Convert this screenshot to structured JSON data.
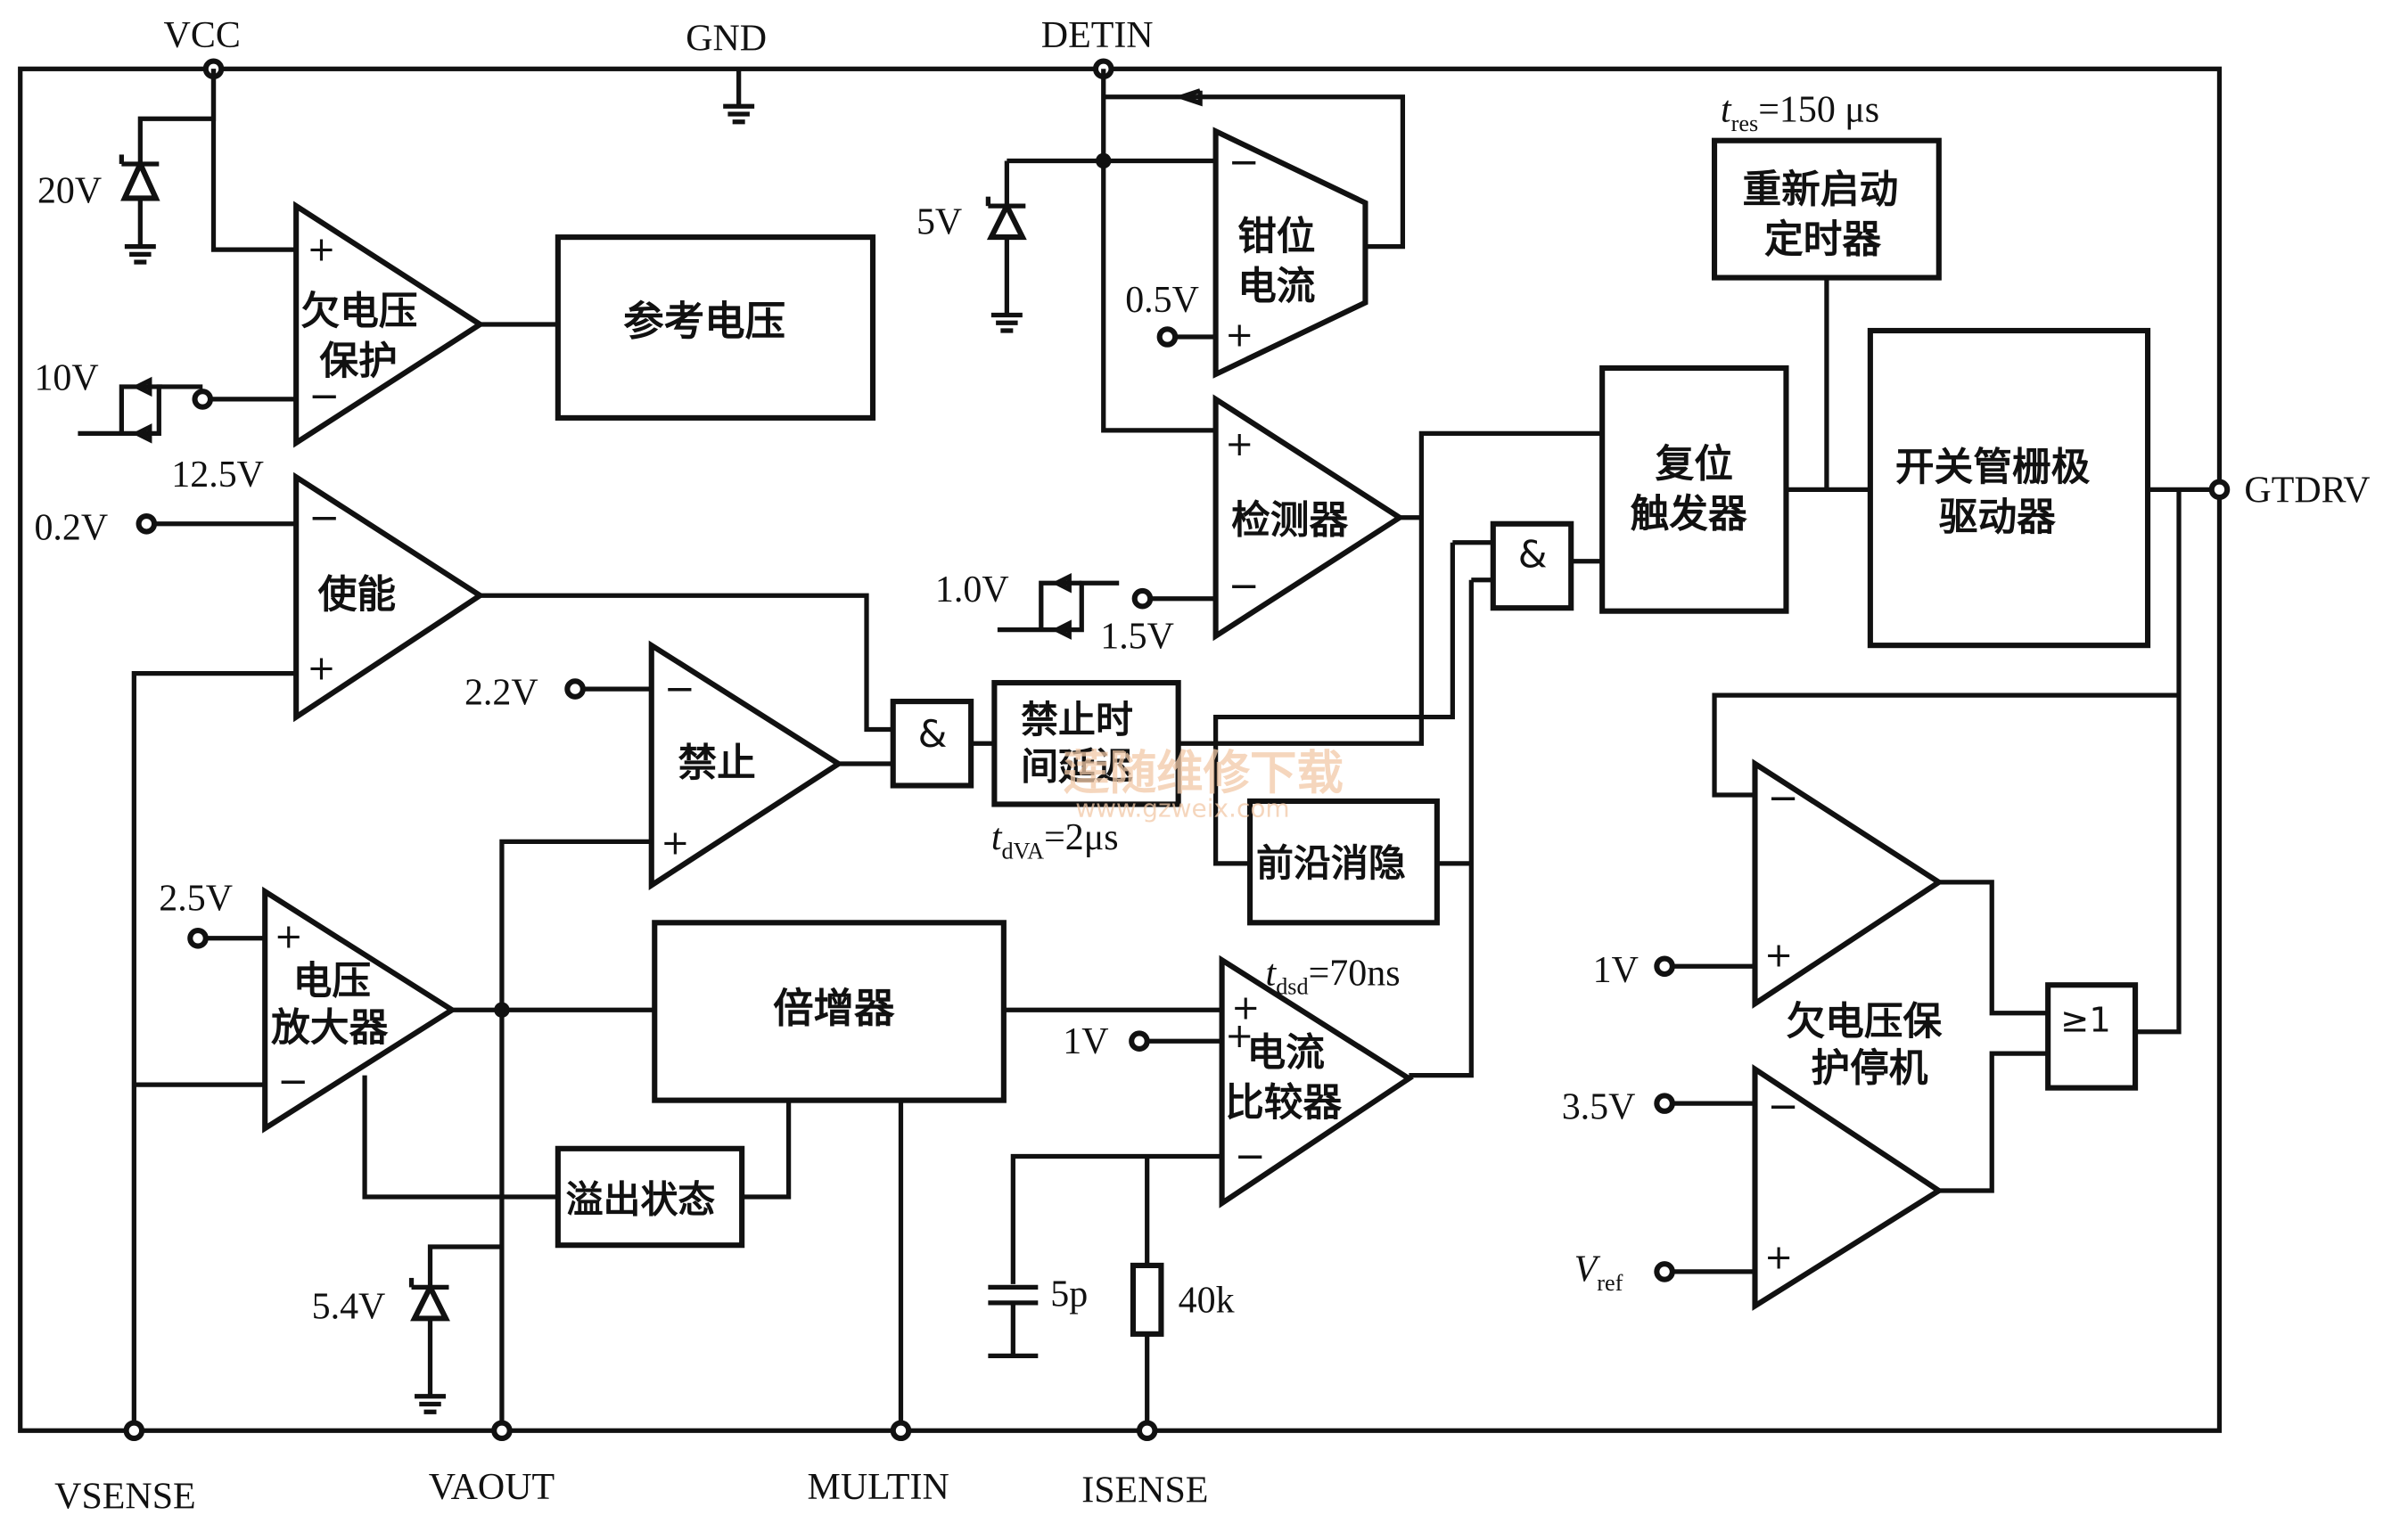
{
  "pins": {
    "vcc": "VCC",
    "gnd": "GND",
    "detin": "DETIN",
    "gtdrv": "GTDRV",
    "vsense": "VSENSE",
    "vaout": "VAOUT",
    "multin": "MULTIN",
    "isense": "ISENSE"
  },
  "blocks": {
    "uvlo_amp": {
      "line1": "欠电压",
      "line2": "保护"
    },
    "reference": "参考电压",
    "enable": "使能",
    "inhibit": "禁止",
    "voltage_amp": {
      "line1": "电压",
      "line2": "放大器"
    },
    "multiplier": "倍增器",
    "overflow": "溢出状态",
    "clamp_current": {
      "line1": "钳位",
      "line2": "电流"
    },
    "detector": "检测器",
    "and_gate_1": "&",
    "and_gate_2": "&",
    "inhibit_delay": {
      "line1": "禁止时",
      "line2": "间延迟"
    },
    "leading_edge": "前沿消隐",
    "current_comp": {
      "line1": "电流",
      "line2": "比较器"
    },
    "restart_timer": {
      "line1": "重新启动",
      "line2": "定时器"
    },
    "reset_ff": {
      "line1": "复位",
      "line2": "触发器"
    },
    "gate_driver": {
      "line1": "开关管栅极",
      "line2": "驱动器"
    },
    "uv_shutdown": {
      "line1": "欠电压保",
      "line2": "护停机"
    },
    "or_gate": "≥1"
  },
  "labels": {
    "z20v": "20V",
    "v10": "10V",
    "v12_5": "12.5V",
    "v0_2": "0.2V",
    "v2_2": "2.2V",
    "v2_5": "2.5V",
    "z5_4v": "5.4V",
    "z5v": "5V",
    "v0_5": "0.5V",
    "v1_0": "1.0V",
    "v1_5": "1.5V",
    "v1_comp": "1V",
    "v1_uv": "1V",
    "v3_5": "3.5V",
    "vref_main": "V",
    "vref_sub": "ref",
    "cap": "5p",
    "res": "40k",
    "tres_t": "t",
    "tres_sub": "res",
    "tres_val": "=150 μs",
    "tdva_t": "t",
    "tdva_sub": "dVA",
    "tdva_val": "=2μs",
    "tdsd_t": "t",
    "tdsd_sub": "dsd",
    "tdsd_val": "=70ns"
  },
  "watermark": {
    "text": "莲随维修下载",
    "url": "www.gzweix.com"
  }
}
